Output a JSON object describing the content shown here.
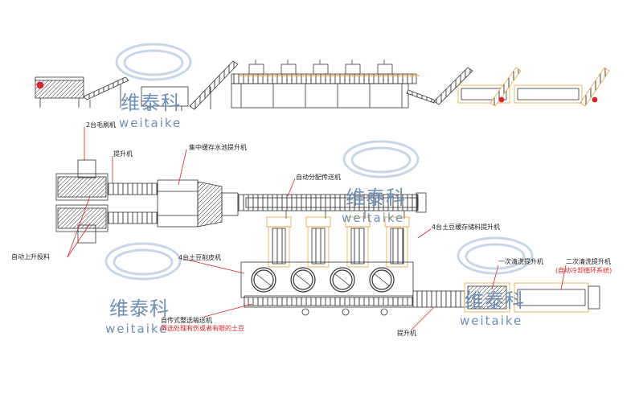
{
  "watermark": {
    "cn": "维泰科",
    "en": "weitaike"
  },
  "labels": {
    "brush_machines": "2台毛刷机",
    "elevator": "提升机",
    "pool_elevator": "集中缓存水池提升机",
    "auto_conveyor": "自动分配传送机",
    "storage_elevators": "4台土豆缓存储料提升机",
    "auto_feed": "自动上升投料",
    "peelers": "4台土豆削皮机",
    "wash1": "一次清洗提升机",
    "wash2": "二次清洗提升机",
    "wash2_note": "(自动冷却循环系统)",
    "sorting_conveyor": "自传式整选输送机",
    "sorting_note": "筛选处理有伤或者有眼的土豆",
    "bottom_elevator": "提升机"
  },
  "colors": {
    "line": "#333333",
    "accent": "#e8a33c",
    "leader": "#d8232a",
    "watermark": "#6e8fb5"
  }
}
